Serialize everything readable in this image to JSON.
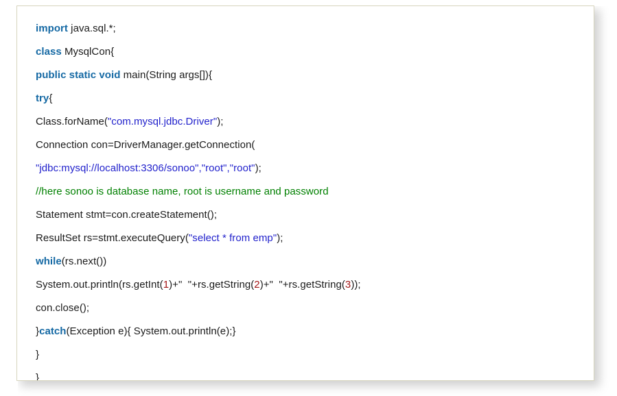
{
  "snippet": {
    "language": "java",
    "title": "MysqlCon",
    "background_color": "#ffffff",
    "border_color": "#d6d4bd",
    "colors": {
      "keyword": "#1569a4",
      "string": "#2222cc",
      "comment": "#008000",
      "number": "#a31515",
      "plain": "#1a1a1a"
    },
    "lines": [
      {
        "index": 1,
        "text": "import java.sql.*;",
        "tokens": [
          {
            "type": "keyword",
            "text": "import"
          },
          {
            "type": "plain",
            "text": " java.sql.*;"
          }
        ]
      },
      {
        "index": 2,
        "text": "class MysqlCon{",
        "tokens": [
          {
            "type": "keyword",
            "text": "class"
          },
          {
            "type": "plain",
            "text": " MysqlCon{"
          }
        ]
      },
      {
        "index": 3,
        "text": "public static void main(String args[]){",
        "tokens": [
          {
            "type": "keyword",
            "text": "public static void"
          },
          {
            "type": "plain",
            "text": " main(String args[]){"
          }
        ]
      },
      {
        "index": 4,
        "text": "try{",
        "tokens": [
          {
            "type": "keyword",
            "text": "try"
          },
          {
            "type": "plain",
            "text": "{"
          }
        ]
      },
      {
        "index": 5,
        "text": "Class.forName(\"com.mysql.jdbc.Driver\");",
        "tokens": [
          {
            "type": "plain",
            "text": "Class.forName("
          },
          {
            "type": "string",
            "text": "\"com.mysql.jdbc.Driver\""
          },
          {
            "type": "plain",
            "text": ");"
          }
        ]
      },
      {
        "index": 6,
        "text": "Connection con=DriverManager.getConnection(",
        "tokens": [
          {
            "type": "plain",
            "text": "Connection con=DriverManager.getConnection("
          }
        ]
      },
      {
        "index": 7,
        "text": "\"jdbc:mysql://localhost:3306/sonoo\",\"root\",\"root\");",
        "tokens": [
          {
            "type": "string",
            "text": "\"jdbc:mysql://localhost:3306/sonoo\",\"root\",\"root\""
          },
          {
            "type": "plain",
            "text": ");"
          }
        ]
      },
      {
        "index": 8,
        "text": "//here sonoo is database name, root is username and password",
        "tokens": [
          {
            "type": "comment",
            "text": "//here sonoo is database name, root is username and password"
          }
        ]
      },
      {
        "index": 9,
        "text": "Statement stmt=con.createStatement();",
        "tokens": [
          {
            "type": "plain",
            "text": "Statement stmt=con.createStatement();"
          }
        ]
      },
      {
        "index": 10,
        "text": "ResultSet rs=stmt.executeQuery(\"select * from emp\");",
        "tokens": [
          {
            "type": "plain",
            "text": "ResultSet rs=stmt.executeQuery("
          },
          {
            "type": "string",
            "text": "\"select * from emp\""
          },
          {
            "type": "plain",
            "text": ");"
          }
        ]
      },
      {
        "index": 11,
        "text": "while(rs.next())",
        "tokens": [
          {
            "type": "keyword",
            "text": "while"
          },
          {
            "type": "plain",
            "text": "(rs.next())"
          }
        ]
      },
      {
        "index": 12,
        "text": "System.out.println(rs.getInt(1)+\" \"+rs.getString(2)+\" \"+rs.getString(3));",
        "tokens": [
          {
            "type": "plain",
            "text": "System.out.println(rs.getInt("
          },
          {
            "type": "number",
            "text": "1"
          },
          {
            "type": "plain",
            "text": ")+\"  \"+rs.getString("
          },
          {
            "type": "number",
            "text": "2"
          },
          {
            "type": "plain",
            "text": ")+\"  \"+rs.getString("
          },
          {
            "type": "number",
            "text": "3"
          },
          {
            "type": "plain",
            "text": "));"
          }
        ]
      },
      {
        "index": 13,
        "text": "con.close();",
        "tokens": [
          {
            "type": "plain",
            "text": "con.close();"
          }
        ]
      },
      {
        "index": 14,
        "text": "}catch(Exception e){ System.out.println(e);}",
        "tokens": [
          {
            "type": "plain",
            "text": "}"
          },
          {
            "type": "keyword",
            "text": "catch"
          },
          {
            "type": "plain",
            "text": "(Exception e){ System.out.println(e);}"
          }
        ]
      },
      {
        "index": 15,
        "text": "}",
        "tokens": [
          {
            "type": "plain",
            "text": "}"
          }
        ]
      },
      {
        "index": 16,
        "text": "}",
        "tokens": [
          {
            "type": "plain",
            "text": "}"
          }
        ]
      }
    ]
  }
}
